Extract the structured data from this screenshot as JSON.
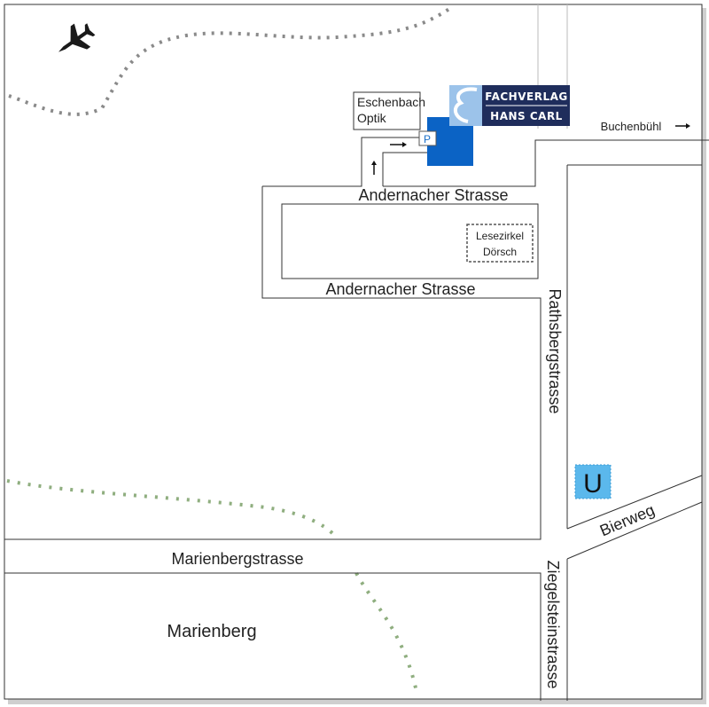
{
  "streets": {
    "andernacher_top": "Andernacher Strasse",
    "andernacher_bottom": "Andernacher Strasse",
    "rathsbergstrasse": "Rathsbergstrasse",
    "marienbergstrasse": "Marienbergstrasse",
    "ziegelsteinstrasse": "Ziegelsteinstrasse",
    "bierweg": "Bierweg",
    "buchenbuehl": "Buchenbühl"
  },
  "areas": {
    "marienberg": "Marienberg"
  },
  "places": {
    "eschenbach_line1": "Eschenbach",
    "eschenbach_line2": "Optik",
    "lesezirkel_line1": "Lesezirkel",
    "lesezirkel_line2": "Dörsch"
  },
  "logo": {
    "line1": "FACHVERLAG",
    "line2": "HANS CARL"
  },
  "parking_label": "P",
  "ubahn_label": "U",
  "icons": [
    "airplane-icon",
    "arrow-right-icon",
    "arrow-up-icon",
    "parking-icon",
    "ubahn-icon"
  ],
  "colors": {
    "building_blue": "#0b63c5",
    "logo_navy": "#1f2d5c",
    "logo_light_blue": "#9cc3ea",
    "ubahn_blue": "#5bb8ec",
    "flight_path_gray": "#8a8a8a",
    "green_path": "#8fae7f"
  }
}
